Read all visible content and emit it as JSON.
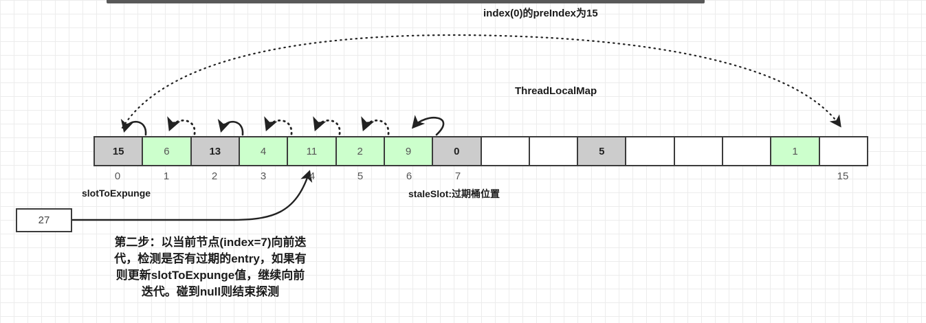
{
  "diagram": {
    "title": "index(0)的preIndex为15",
    "structure_label": "ThreadLocalMap",
    "slot_to_expunge_label": "slotToExpunge",
    "stale_slot_label": "staleSlot:过期桶位置",
    "value_box": "27",
    "caption_lines": [
      "第二步：以当前节点(index=7)向前迭",
      "代，检测是否有过期的entry，如果有",
      "则更新slotToExpunge值，继续向前",
      "迭代。碰到null则结束探测"
    ],
    "array": {
      "cells": [
        {
          "value": "15",
          "state": "gray"
        },
        {
          "value": "6",
          "state": "green"
        },
        {
          "value": "13",
          "state": "gray"
        },
        {
          "value": "4",
          "state": "green"
        },
        {
          "value": "11",
          "state": "green"
        },
        {
          "value": "2",
          "state": "green"
        },
        {
          "value": "9",
          "state": "green"
        },
        {
          "value": "0",
          "state": "gray"
        },
        {
          "value": "",
          "state": "white"
        },
        {
          "value": "",
          "state": "white"
        },
        {
          "value": "5",
          "state": "gray"
        },
        {
          "value": "",
          "state": "white"
        },
        {
          "value": "",
          "state": "white"
        },
        {
          "value": "",
          "state": "white"
        },
        {
          "value": "1",
          "state": "green"
        },
        {
          "value": "",
          "state": "white"
        }
      ],
      "visible_indices": [
        {
          "index": "0",
          "cell": 0
        },
        {
          "index": "1",
          "cell": 1
        },
        {
          "index": "2",
          "cell": 2
        },
        {
          "index": "3",
          "cell": 3
        },
        {
          "index": "4",
          "cell": 4
        },
        {
          "index": "5",
          "cell": 5
        },
        {
          "index": "6",
          "cell": 6
        },
        {
          "index": "7",
          "cell": 7
        },
        {
          "index": "15",
          "cell": 15
        }
      ]
    },
    "arrows": [
      {
        "name": "arc-1-to-0",
        "from": 1,
        "to": 0,
        "style": "solid"
      },
      {
        "name": "arc-2-to-1",
        "from": 2,
        "to": 1,
        "style": "dotted"
      },
      {
        "name": "arc-3-to-2",
        "from": 3,
        "to": 2,
        "style": "solid"
      },
      {
        "name": "arc-4-to-3",
        "from": 4,
        "to": 3,
        "style": "dotted"
      },
      {
        "name": "arc-5-to-4",
        "from": 5,
        "to": 4,
        "style": "dotted"
      },
      {
        "name": "arc-6-to-5",
        "from": 6,
        "to": 5,
        "style": "dotted"
      },
      {
        "name": "arc-7-to-6",
        "from": 7,
        "to": 6,
        "style": "solid"
      },
      {
        "name": "arc-0-to-15",
        "from": 0,
        "to": 15,
        "style": "dotted"
      },
      {
        "name": "pointer-27-to-cell-4",
        "from": "value-box",
        "to": 4,
        "style": "solid"
      }
    ],
    "colors": {
      "occupied_stale": "#cccccc",
      "occupied_live": "#ccffcc",
      "empty": "#ffffff",
      "border": "#3b3b3b",
      "text": "#1a1a1a",
      "grid": "#ececec",
      "top_bar": "#595959"
    }
  }
}
